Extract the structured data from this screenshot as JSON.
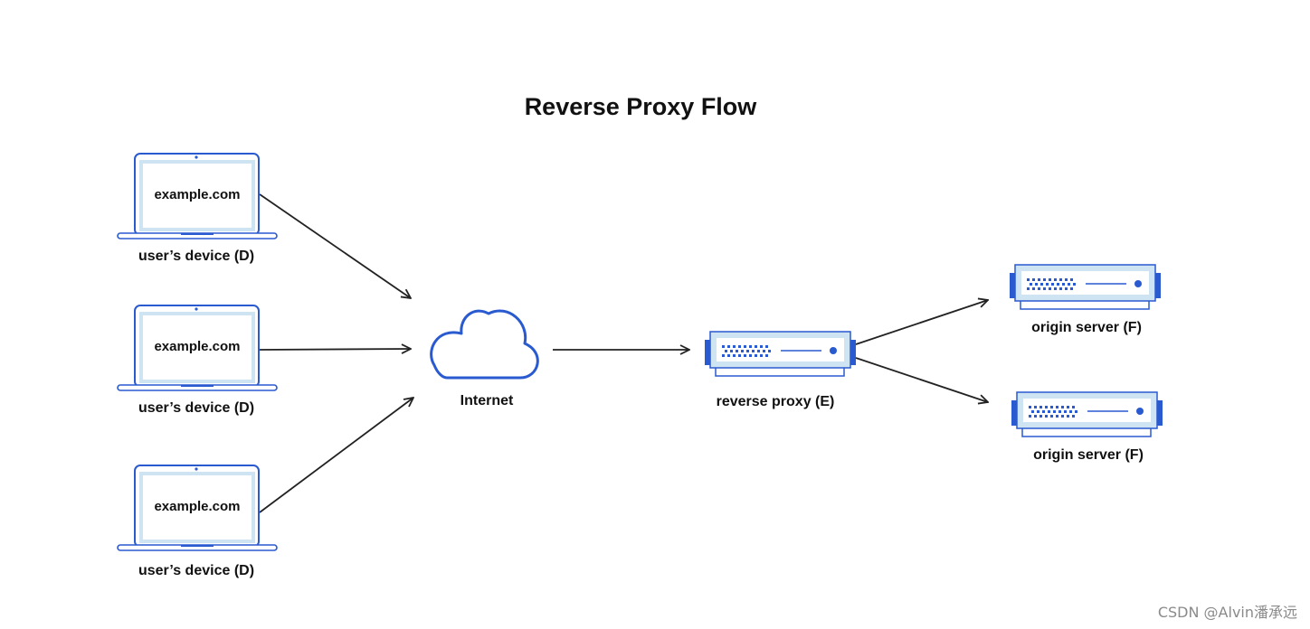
{
  "title": "Reverse Proxy Flow",
  "colors": {
    "accent": "#2a5ad0",
    "light_fill": "#cfe4f2",
    "text": "#111111",
    "arrow": "#222222"
  },
  "devices": [
    {
      "screen_text": "example.com",
      "label": "user’s device (D)",
      "icon": "laptop-icon"
    },
    {
      "screen_text": "example.com",
      "label": "user’s device (D)",
      "icon": "laptop-icon"
    },
    {
      "screen_text": "example.com",
      "label": "user’s device (D)",
      "icon": "laptop-icon"
    }
  ],
  "internet": {
    "label": "Internet",
    "icon": "cloud-icon"
  },
  "proxy": {
    "label": "reverse proxy (E)",
    "icon": "server-icon"
  },
  "origins": [
    {
      "label": "origin server (F)",
      "icon": "server-icon"
    },
    {
      "label": "origin server (F)",
      "icon": "server-icon"
    }
  ],
  "watermark": "CSDN @Alvin潘承远"
}
